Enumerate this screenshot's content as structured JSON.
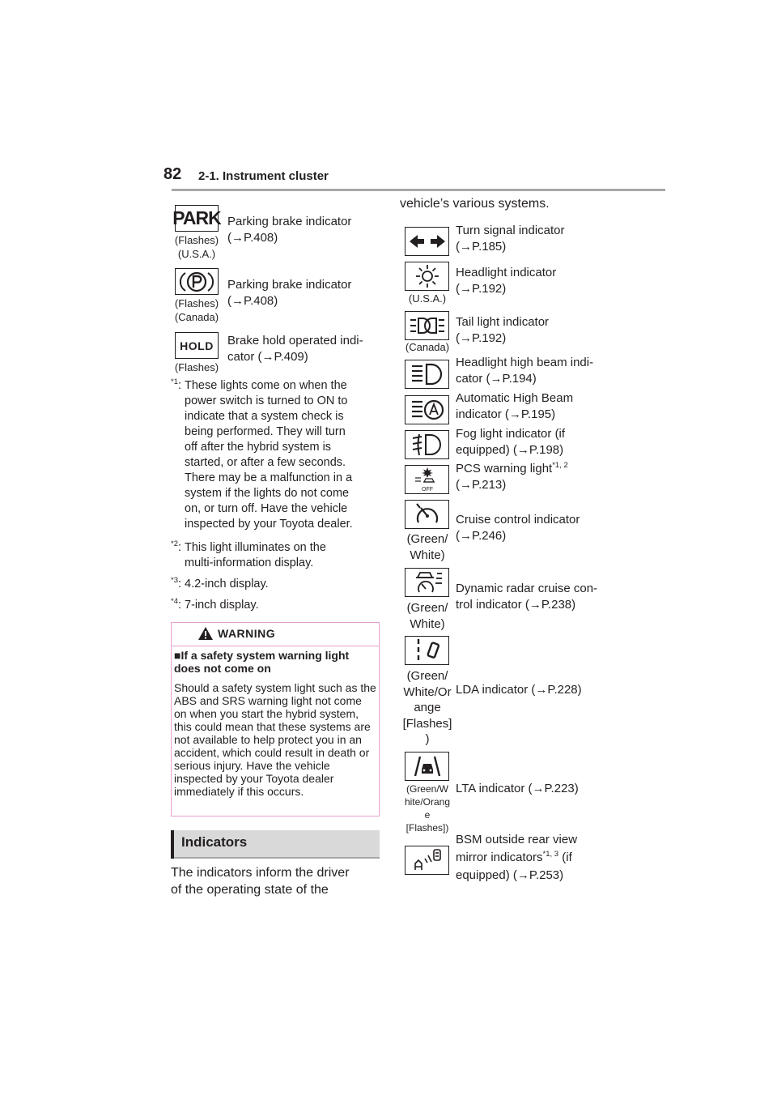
{
  "header": {
    "page_number": "82",
    "section_title": "2-1. Instrument cluster"
  },
  "left_indicators": [
    {
      "icon": "park-icon",
      "caption": [
        "(Flashes)",
        "(U.S.A.)"
      ],
      "description": [
        "Parking brake indicator",
        "(→P.408)"
      ]
    },
    {
      "icon": "parking-p-circle-icon",
      "caption": [
        "(Flashes)",
        "(Canada)"
      ],
      "description": [
        "Parking brake indicator",
        "(→P.408)"
      ]
    },
    {
      "icon": "hold-icon",
      "caption": [
        "(Flashes)"
      ],
      "description": [
        "Brake hold operated indi-",
        "cator (→P.409)"
      ]
    }
  ],
  "icon_text": {
    "park": "PARK",
    "hold": "HOLD",
    "off": "OFF"
  },
  "footnotes": [
    {
      "mark": "*1",
      "suffix": ":",
      "lines": [
        "These lights come on when the",
        "power switch is turned to ON to",
        "indicate that a system check is",
        "being performed. They will turn",
        "off after the hybrid system is",
        "started, or after a few seconds.",
        "There may be a malfunction in a",
        "system if the lights do not come",
        "on, or turn off. Have the vehicle",
        "inspected by your Toyota dealer."
      ]
    },
    {
      "mark": "*2",
      "suffix": ":",
      "lines": [
        "This light illuminates on the",
        "multi-information display."
      ]
    },
    {
      "mark": "*3",
      "suffix": ":",
      "lines": [
        "4.2-inch display."
      ]
    },
    {
      "mark": "*4",
      "suffix": ":",
      "lines": [
        "7-inch display."
      ]
    }
  ],
  "warning": {
    "title": "WARNING",
    "heading": "■If a safety system warning light does not come on",
    "body": "Should a safety system light such as the ABS and SRS warning light not come on when you start the hybrid system, this could mean that these systems are not available to help protect you in an accident, which could result in death or serious injury. Have the vehicle inspected by your Toyota dealer immediately if this occurs."
  },
  "indicators_section": {
    "heading": "Indicators",
    "intro": [
      "The indicators inform the driver",
      "of the operating state of the"
    ],
    "continued": "vehicle’s various systems."
  },
  "right_indicators": [
    {
      "icon": "turn-signal-icon",
      "caption": [],
      "description": [
        "Turn signal indicator",
        "(→P.185)"
      ]
    },
    {
      "icon": "headlight-indicator-icon",
      "caption": [
        "(U.S.A.)"
      ],
      "description": [
        "Headlight indicator",
        "(→P.192)"
      ]
    },
    {
      "icon": "tail-light-icon",
      "caption": [
        "(Canada)"
      ],
      "description": [
        "Tail light indicator",
        "(→P.192)"
      ]
    },
    {
      "icon": "high-beam-icon",
      "caption": [],
      "description": [
        "Headlight high beam indi-",
        "cator (→P.194)"
      ]
    },
    {
      "icon": "auto-high-beam-icon",
      "caption": [],
      "description": [
        "Automatic High Beam",
        "indicator (→P.195)"
      ]
    },
    {
      "icon": "fog-light-icon",
      "caption": [],
      "description": [
        "Fog light indicator (if",
        "equipped) (→P.198)"
      ]
    },
    {
      "icon": "pcs-warning-icon",
      "caption": [],
      "description": [
        "PCS warning light",
        "(→P.213)"
      ],
      "note": "*1, 2"
    },
    {
      "icon": "cruise-control-icon",
      "caption": [
        "(Green/",
        "White)"
      ],
      "description": [
        "Cruise control indicator",
        "(→P.246)"
      ]
    },
    {
      "icon": "radar-cruise-icon",
      "caption": [
        "(Green/",
        "White)"
      ],
      "description": [
        "Dynamic radar cruise con-",
        "trol indicator (→P.238)"
      ]
    },
    {
      "icon": "lda-icon",
      "caption": [
        "(Green/",
        "White/Or",
        "ange",
        "[Flashes]",
        ")"
      ],
      "description": [
        "LDA indicator (→P.228)"
      ]
    },
    {
      "icon": "lta-icon",
      "caption": [
        "(Green/W",
        "hite/Orang",
        "e",
        "[Flashes])"
      ],
      "description": [
        "LTA indicator (→P.223)"
      ]
    },
    {
      "icon": "bsm-icon",
      "caption": [],
      "description": [
        "BSM outside rear view",
        "mirror indicators",
        " (if",
        "equipped) (→P.253)"
      ],
      "note": "*1, 3"
    }
  ]
}
